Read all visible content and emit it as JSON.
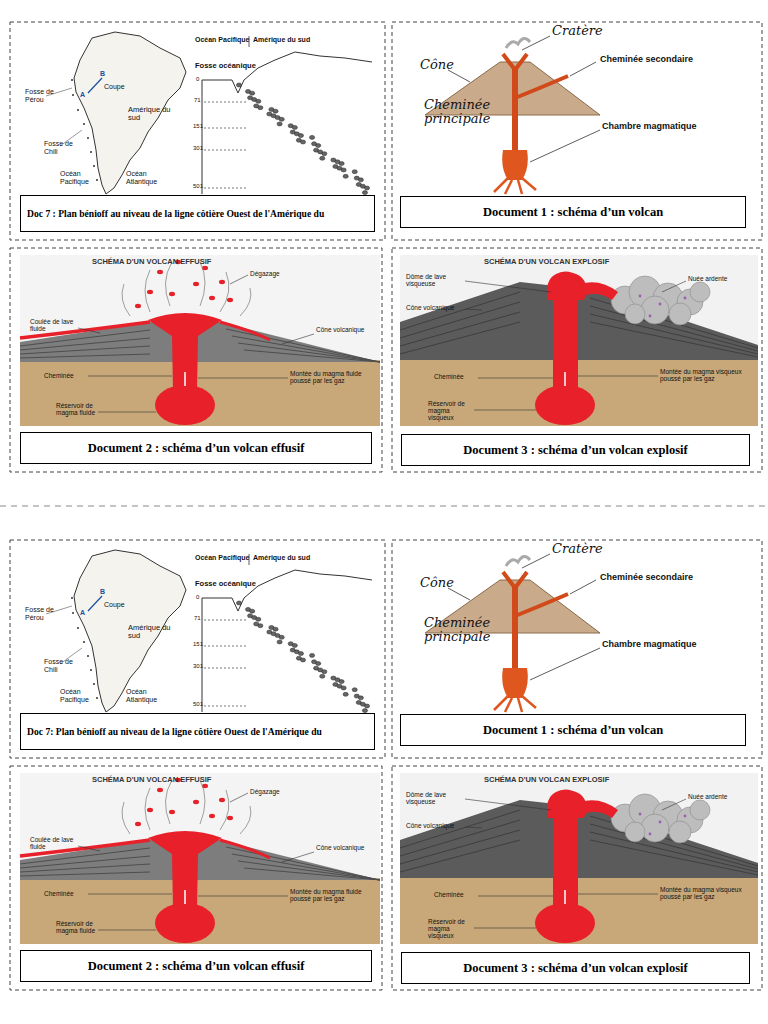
{
  "diagram": {
    "nodes": [
      {
        "text": [
          "Doc 7 : Plan bénioff au niveau de la ligne côtière Ouest de l'Amérique du"
        ]
      },
      {
        "text": [
          "Document 1 : schéma d’un volcan"
        ]
      },
      {
        "text": [
          "Document 2 : schéma d’un volcan effusif"
        ]
      },
      {
        "text": [
          "Document 3 : schéma d’un volcan explosif"
        ]
      },
      {
        "text": [
          "Doc 7: Plan bénioff au niveau de la ligne côtière Ouest de l'Amérique du"
        ]
      },
      {
        "text": [
          "Document 1 : schéma d’un volcan"
        ]
      },
      {
        "text": [
          "Document 2 : schéma d’un volcan effusif"
        ]
      },
      {
        "text": [
          "Document 3 : schéma d’un volcan explosif"
        ]
      }
    ],
    "labels": [
      "Fosse de Pérou",
      "Coupe",
      "B",
      "A",
      "Amérique du sud",
      "Fosse de Chili",
      "Océan Pacifique",
      "Océan Atlantique",
      "Océan Pacifique",
      "Amérique du sud",
      "Fosse océanique",
      "0",
      "71",
      "151",
      "301",
      "501",
      "Cône",
      "Cratère",
      "Cheminée secondaire",
      "Cheminée principale",
      "Chambre magmatique",
      "SCHÉMA D'UN VOLCAN EFFUSIF",
      "Dégazage",
      "Coulée de lave fluide",
      "Cône volcanique",
      "Cheminée",
      "Montée du magma fluide poussé par les gaz",
      "Réservoir de magma fluide",
      "SCHÉMA D'UN VOLCAN EXPLOSIF",
      "Dôme de lave visqueuse",
      "Nuée ardente",
      "Cône volcanique",
      "Cheminée",
      "Montée du magma visqueux poussé par les gaz",
      "Réservoir de magma visqueux",
      "Fosse de Pérou",
      "Coupe",
      "B",
      "A",
      "Amérique du sud",
      "Fosse de Chili",
      "Océan Pacifique",
      "Océan Atlantique",
      "Océan Pacifique",
      "Amérique du sud",
      "Fosse océanique",
      "0",
      "71",
      "151",
      "301",
      "501",
      "Cône",
      "Cratère",
      "Cheminée secondaire",
      "Cheminée principale",
      "Chambre magmatique",
      "SCHÉMA D'UN VOLCAN EFFUSIF",
      "Dégazage",
      "Coulée de lave fluide",
      "Cône volcanique",
      "Cheminée",
      "Montée du magma fluide poussé par les gaz",
      "Réservoir de magma fluide",
      "SCHÉMA D'UN VOLCAN EXPLOSIF",
      "Dôme de lave visqueuse",
      "Nuée ardente",
      "Cône volcanique",
      "Cheminée",
      "Montée du magma visqueux poussé par les gaz",
      "Réservoir de magma visqueux"
    ]
  }
}
